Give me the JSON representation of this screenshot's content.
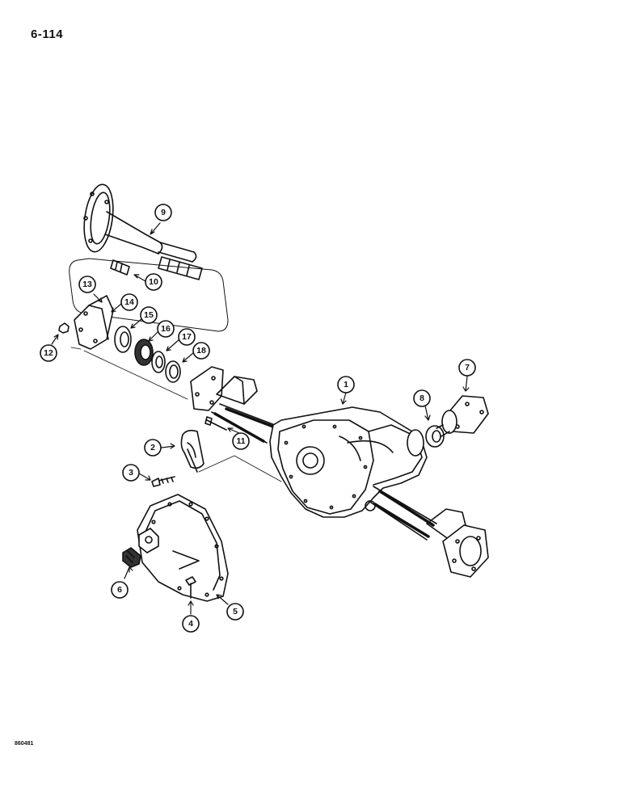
{
  "page": {
    "page_number": "6-114",
    "figure_code": "860481"
  },
  "callouts": [
    {
      "id": "c1",
      "text": "1"
    },
    {
      "id": "c2",
      "text": "2"
    },
    {
      "id": "c3",
      "text": "3"
    },
    {
      "id": "c4",
      "text": "4"
    },
    {
      "id": "c5",
      "text": "5"
    },
    {
      "id": "c6",
      "text": "6"
    },
    {
      "id": "c7",
      "text": "7"
    },
    {
      "id": "c8",
      "text": "8"
    },
    {
      "id": "c9",
      "text": "9"
    },
    {
      "id": "c10",
      "text": "10"
    },
    {
      "id": "c11",
      "text": "11"
    },
    {
      "id": "c12",
      "text": "12"
    },
    {
      "id": "c13",
      "text": "13"
    },
    {
      "id": "c14",
      "text": "14"
    },
    {
      "id": "c15",
      "text": "15"
    },
    {
      "id": "c16",
      "text": "16"
    },
    {
      "id": "c17",
      "text": "17"
    },
    {
      "id": "c18",
      "text": "18"
    }
  ]
}
